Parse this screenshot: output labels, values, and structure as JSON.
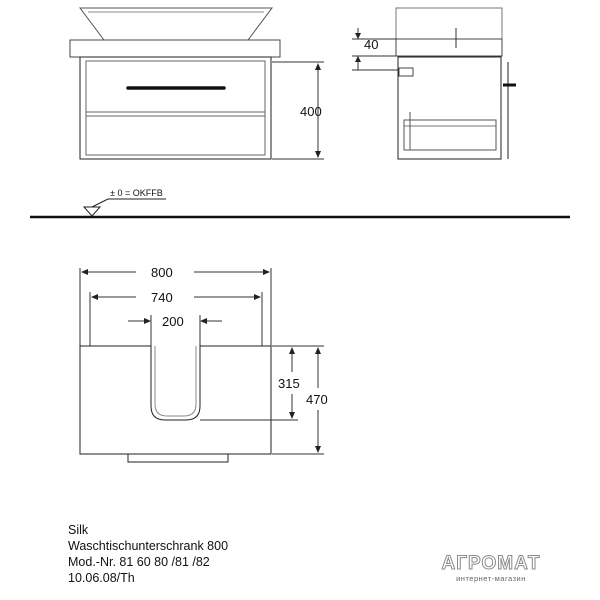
{
  "drawing": {
    "front_view": {
      "height_label": "400"
    },
    "side_view": {
      "top_label": "40"
    },
    "floor_reference": {
      "label": "± 0 = OKFFB"
    },
    "top_view": {
      "width_label": "800",
      "inner_width_label": "740",
      "cutout_width_label": "200",
      "cutout_depth_label": "315",
      "depth_label": "470"
    }
  },
  "info": {
    "series": "Silk",
    "product": "Waschtischunterschrank 800",
    "model": "Mod.-Nr. 81 60 80 /81 /82",
    "date": "10.06.08/Th"
  },
  "watermark": {
    "brand": "АГРОМАТ",
    "tagline": "интернет-магазин"
  }
}
